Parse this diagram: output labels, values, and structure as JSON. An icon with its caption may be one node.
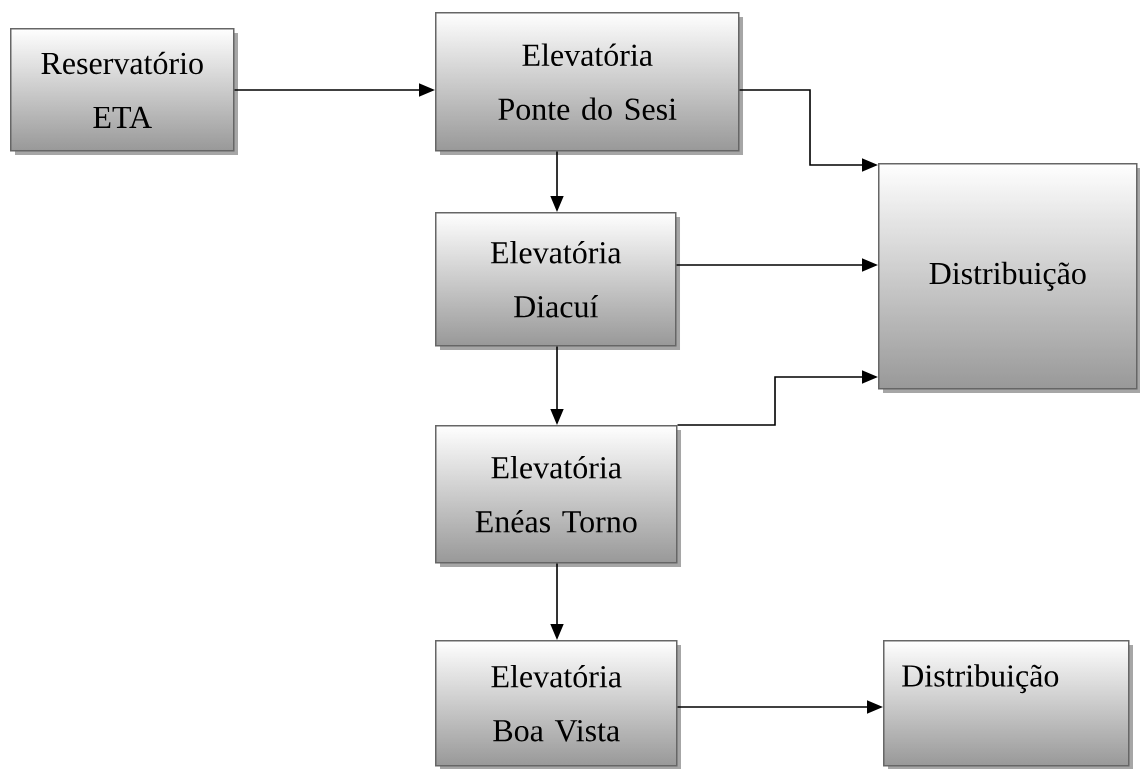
{
  "diagram": {
    "nodes": [
      {
        "text": [
          "Reservatório ETA"
        ]
      },
      {
        "text": [
          "Elevatória Ponte do Sesi"
        ]
      },
      {
        "text": [
          "Distribuição"
        ]
      },
      {
        "text": [
          "Elevatória Diacuí"
        ]
      },
      {
        "text": [
          "Elevatória Enéas Torno"
        ]
      },
      {
        "text": [
          "Elevatória Boa Vista"
        ]
      },
      {
        "text": [
          "Distribuição"
        ]
      }
    ],
    "edges": [
      {
        "from": 0,
        "to": 1,
        "arrow": "to"
      },
      {
        "from": 1,
        "to": 2,
        "arrow": "to"
      },
      {
        "from": 1,
        "to": 3,
        "arrow": "to"
      },
      {
        "from": 3,
        "to": 2,
        "arrow": "to"
      },
      {
        "from": 3,
        "to": 4,
        "arrow": "to"
      },
      {
        "from": 4,
        "to": 2,
        "arrow": "to"
      },
      {
        "from": 4,
        "to": 5,
        "arrow": "to"
      },
      {
        "from": 5,
        "to": 6,
        "arrow": "to"
      }
    ]
  }
}
